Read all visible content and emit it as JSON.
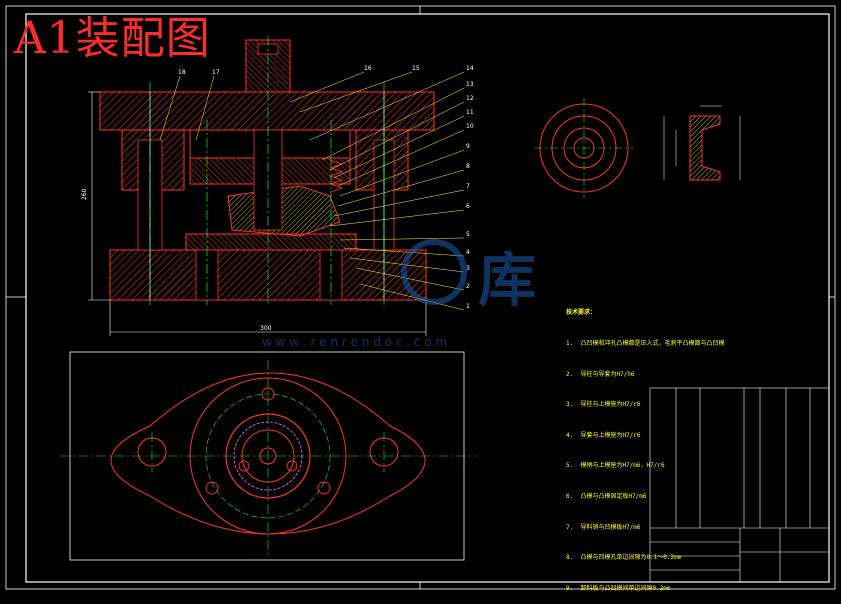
{
  "title": "A1装配图",
  "watermark": {
    "brand_glyph": "库",
    "url": "w w w . r e n r e n d o c . c o m"
  },
  "notes": {
    "heading": "技术要求：",
    "items": [
      "1.  凸凹模和冲孔凸模都是压入式，毛刺平凸模面与凸凹模",
      "2.  导柱与导套为H7/h6",
      "3.  导柱与上模座为H7/r6",
      "4.  导套与上模座为H7/r6",
      "5.  模柄与上模座为H7/m6，H7/r6",
      "6.  凸模与凸模固定板H7/m6",
      "7.  导料销与凹模板H7/m6",
      "8.  凸模与凹模孔单边间隙为0.1～0.2mm",
      "9.  卸料板与凸凹模间单边间隙0.2mm"
    ]
  },
  "dimensions": {
    "height": "260",
    "width": "300"
  },
  "balloons": [
    "1",
    "2",
    "3",
    "4",
    "5",
    "6",
    "7",
    "8",
    "9",
    "10",
    "11",
    "12",
    "13",
    "14",
    "15",
    "16",
    "17",
    "18"
  ],
  "colors": {
    "bg": "#000000",
    "part": "#ff3030",
    "hatch": "#ff3030",
    "center": "#00ff00",
    "leader": "#ffff00",
    "frame": "#ffffff",
    "dim": "#00ffff",
    "watermark": "#1e5cb0"
  }
}
